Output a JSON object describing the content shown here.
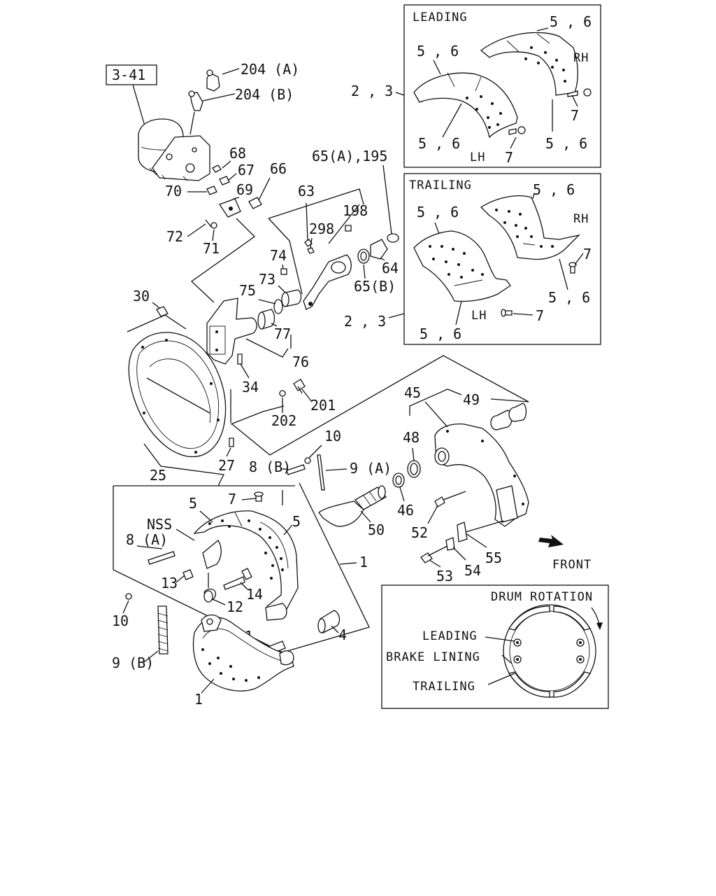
{
  "ref_box": "3-41",
  "inset_leading": {
    "title": "LEADING",
    "labels": [
      "5 , 6",
      "5 , 6",
      "5 , 6",
      "5 , 6"
    ],
    "rh": "RH",
    "lh": "LH",
    "bolt": [
      "7",
      "7"
    ],
    "group": "2 , 3"
  },
  "inset_trailing": {
    "title": "TRAILING",
    "labels": [
      "5 , 6",
      "5 , 6",
      "5 , 6",
      "5 , 6"
    ],
    "rh": "RH",
    "lh": "LH",
    "bolt": [
      "7",
      "7"
    ],
    "group": "2 , 3"
  },
  "inset_rotation": {
    "title": "DRUM ROTATION",
    "leading": "LEADING",
    "brake_lining": "BRAKE LINING",
    "trailing": "TRAILING"
  },
  "front": "FRONT",
  "parts": {
    "p204a": "204 (A)",
    "p204b": "204 (B)",
    "p68": "68",
    "p67": "67",
    "p66": "66",
    "p70": "70",
    "p69": "69",
    "p72": "72",
    "p71": "71",
    "p63": "63",
    "p65a195": "65(A),195",
    "p198": "198",
    "p298": "298",
    "p64": "64",
    "p65b": "65(B)",
    "p74": "74",
    "p73": "73",
    "p75": "75",
    "p77": "77",
    "p76": "76",
    "p30": "30",
    "p34": "34",
    "p201": "201",
    "p202": "202",
    "p45": "45",
    "p49": "49",
    "p48": "48",
    "p46": "46",
    "p10a": "10",
    "p8b": "8 (B)",
    "p9a": "9 (A)",
    "p27": "27",
    "p25": "25",
    "p7": "7",
    "p5a": "5",
    "p5b": "5",
    "pnss": "NSS",
    "p8a": "8 (A)",
    "p13": "13",
    "p12": "12",
    "p14": "14",
    "p1a": "1",
    "p10b": "10",
    "p4": "4",
    "p11": "11",
    "p9b": "9 (B)",
    "p1b": "1",
    "p50": "50",
    "p52": "52",
    "p55": "55",
    "p54": "54",
    "p53": "53"
  }
}
